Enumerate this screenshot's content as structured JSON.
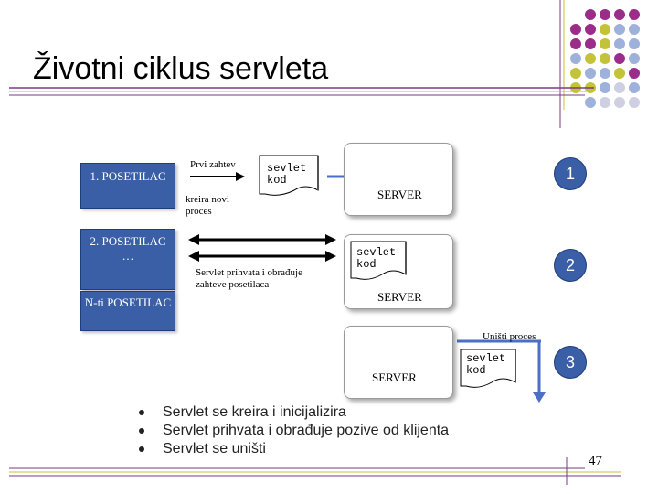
{
  "title": "Životni ciklus servleta",
  "visitors": {
    "v1": "1. POSETILAC",
    "v2": "2. POSETILAC",
    "v2_dots": "…",
    "vn": "N-ti POSETILAC"
  },
  "labels": {
    "first_request": "Prvi zahtev",
    "create_process": "kreira novi proces",
    "servlet_receives": "Servlet prihvata i obrađuje zahteve posetilaca",
    "destroy_process": "Uništi proces"
  },
  "servlet_code": "sevlet kod",
  "server_label": "SERVER",
  "steps": [
    "1",
    "2",
    "3"
  ],
  "bullets": [
    "Servlet se kreira i inicijalizira",
    "Servlet prihvata i obrađuje pozive od klijenta",
    "Servlet se uništi"
  ],
  "page_number": "47",
  "colors": {
    "visitor_fill": "#3b5fa6",
    "arrow_blue": "#4a6fc4",
    "decor_purple": "#9b2d8a",
    "decor_blue": "#9db1da",
    "decor_olive": "#c3c33a",
    "decor_gray": "#cfcfe3",
    "rule_purple": "#7a3a86"
  }
}
